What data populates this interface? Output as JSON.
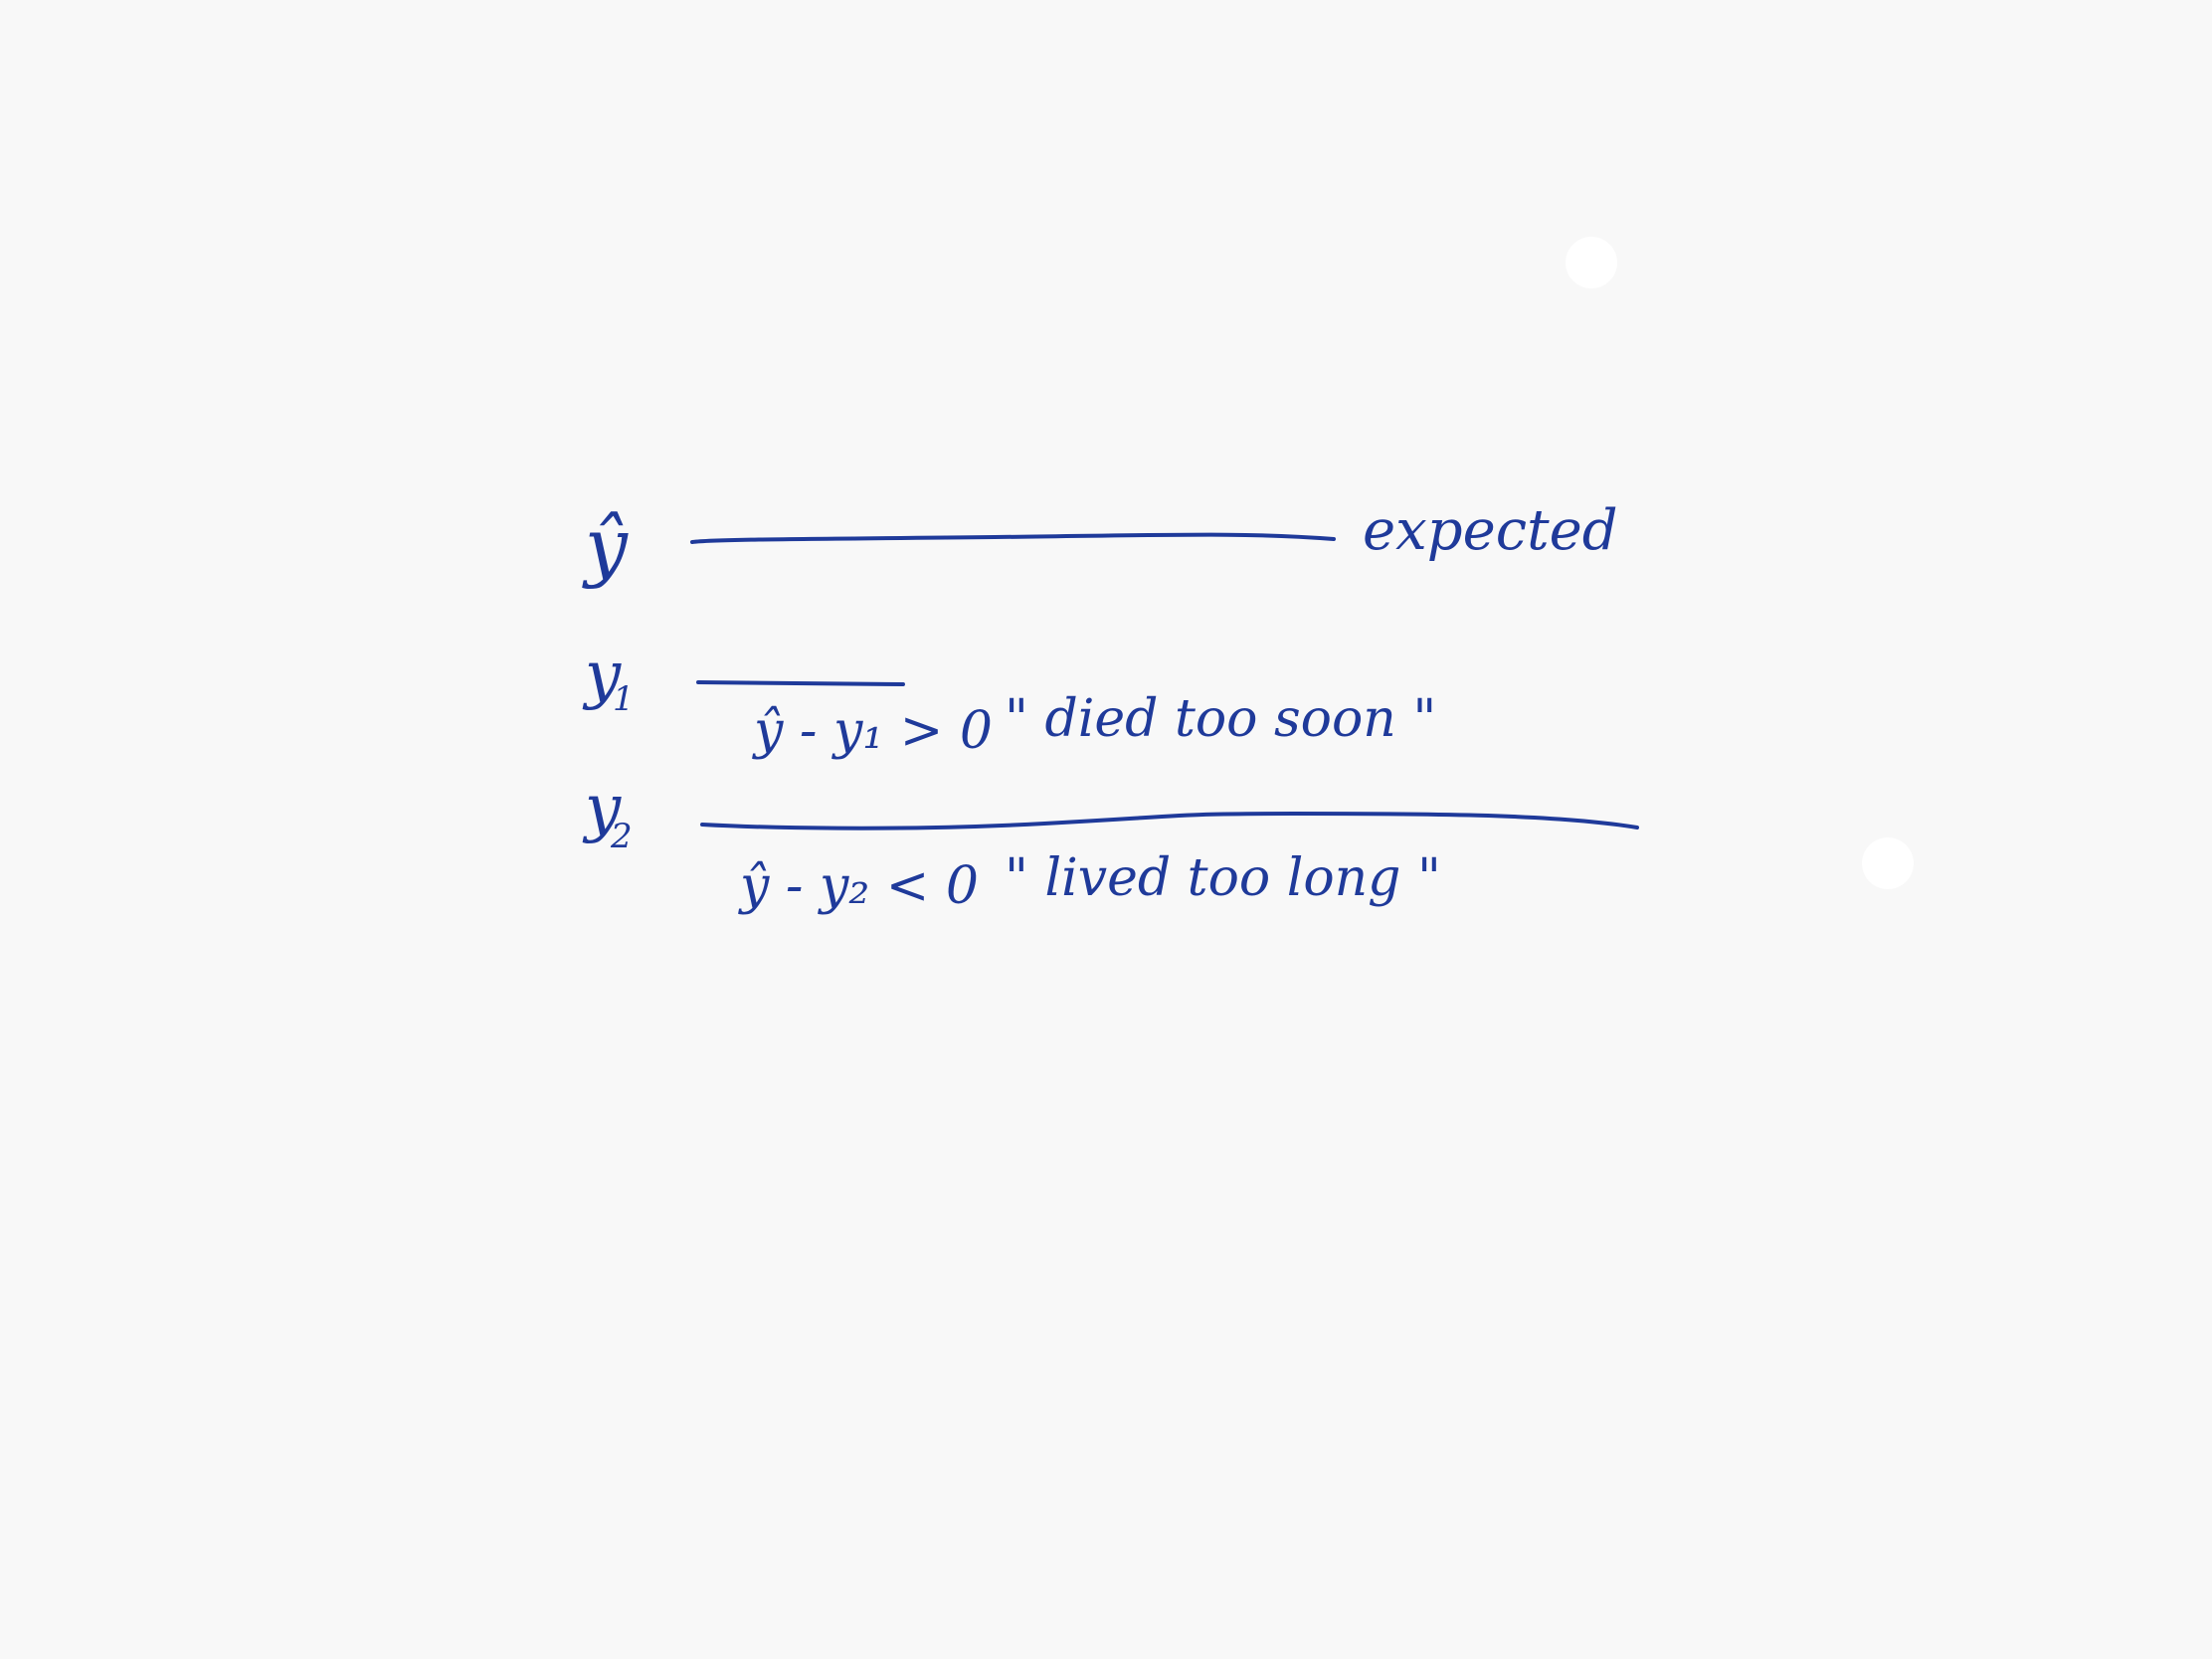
{
  "ink_color": "#1f3a9a",
  "background_color": "#f8f8f8",
  "rows": [
    {
      "symbol": "ŷ",
      "annotation_right": "expected"
    },
    {
      "symbol": "y",
      "subscript": "1",
      "expression": "ŷ - y₁ > 0",
      "note": "\" died too soon \""
    },
    {
      "symbol": "y",
      "subscript": "2",
      "expression": "ŷ - y₂ < 0",
      "note": "\" lived too long \""
    }
  ]
}
